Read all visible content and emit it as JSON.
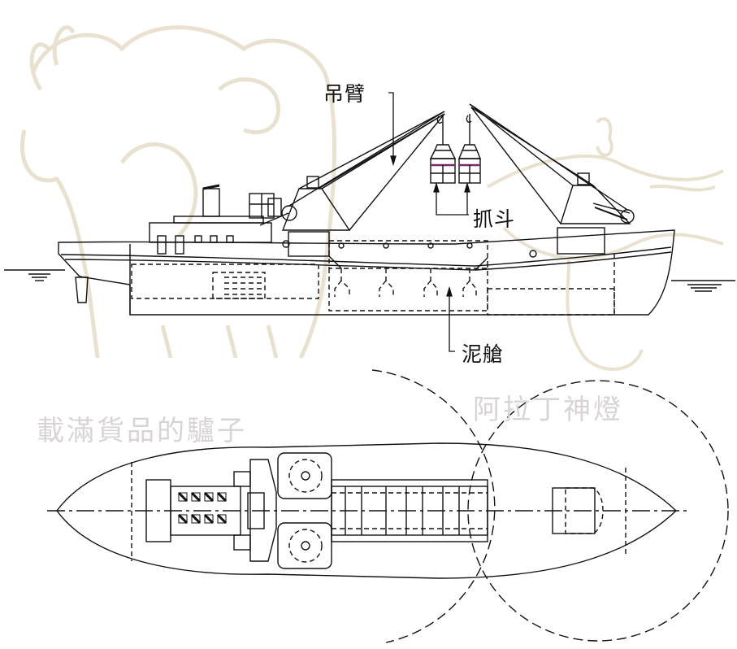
{
  "labels": {
    "boom": "吊臂",
    "grab": "抓斗",
    "hold": "泥艙"
  },
  "watermarks": {
    "left": "載滿貨品的驢子",
    "right": "阿拉丁神燈"
  },
  "colors": {
    "line": "#111111",
    "watermark": "#d8d4d4",
    "grab_band": "#7a2a6a"
  }
}
